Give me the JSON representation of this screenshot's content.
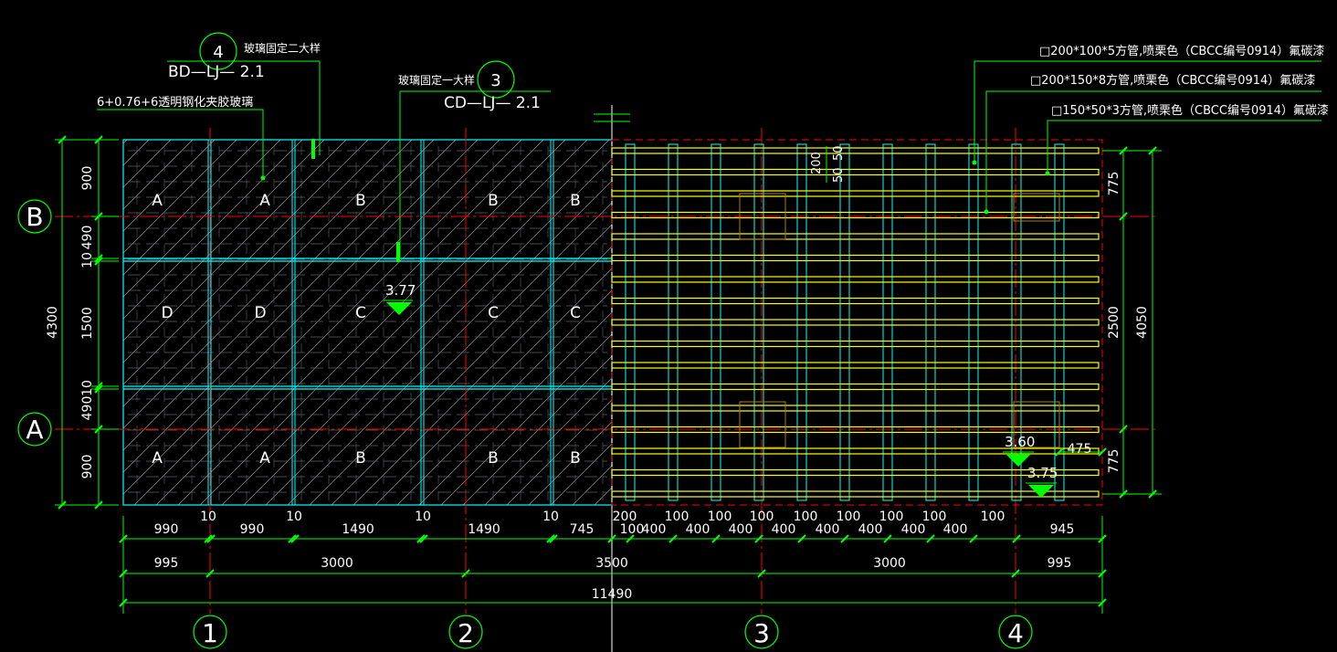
{
  "colors": {
    "background": "#000000",
    "dim": "#00ff00",
    "glass": "#00ffff",
    "axis": "#ff0000",
    "tube": "#ffff00",
    "text": "#ffffff",
    "elevation": "#00ff00",
    "hatch": "#9aa0a6",
    "frame": "#5f6368"
  },
  "callouts": {
    "detail4": {
      "num": "4",
      "ref": "BD—LJ— 2.1",
      "title": "玻璃固定二大样"
    },
    "detail3": {
      "num": "3",
      "ref": "CD—LJ— 2.1",
      "title": "玻璃固定一大样"
    },
    "glass_note": "6+0.76+6透明钢化夹胶玻璃",
    "tube_notes": [
      "□200*100*5方管,喷栗色（CBCC编号0914）氟碳漆",
      "□200*150*8方管,喷栗色（CBCC编号0914）氟碳漆",
      "□150*50*3方管,喷栗色（CBCC编号0914）氟碳漆"
    ]
  },
  "axes": {
    "rows": [
      "B",
      "A"
    ],
    "cols": [
      "1",
      "2",
      "3",
      "4"
    ]
  },
  "panel_labels": [
    [
      "A",
      "A",
      "B",
      "B",
      "B"
    ],
    [
      "D",
      "D",
      "C",
      "C",
      "C"
    ],
    [
      "A",
      "A",
      "B",
      "B",
      "B"
    ]
  ],
  "elevations": [
    "3.77",
    "3.60",
    "3.75"
  ],
  "dims": {
    "left_outer": "4300",
    "left_inner": [
      "900",
      "490",
      "10",
      "1500",
      "10",
      "490",
      "900"
    ],
    "right_outer": "4050",
    "right_inner": [
      "775",
      "2500",
      "775"
    ],
    "right_extra": "475",
    "tube_callout": [
      "200",
      "50",
      "50"
    ],
    "bottom_row1": [
      "990",
      "10",
      "990",
      "10",
      "1490",
      "10",
      "1490",
      "10",
      "745",
      "200",
      "100",
      "400",
      "100",
      "400",
      "100",
      "400",
      "100",
      "400",
      "100",
      "400",
      "100",
      "400",
      "100",
      "400",
      "100",
      "400",
      "100",
      "945"
    ],
    "bottom_row2": [
      "995",
      "3000",
      "3500",
      "3000",
      "995"
    ],
    "bottom_total": "11490"
  }
}
